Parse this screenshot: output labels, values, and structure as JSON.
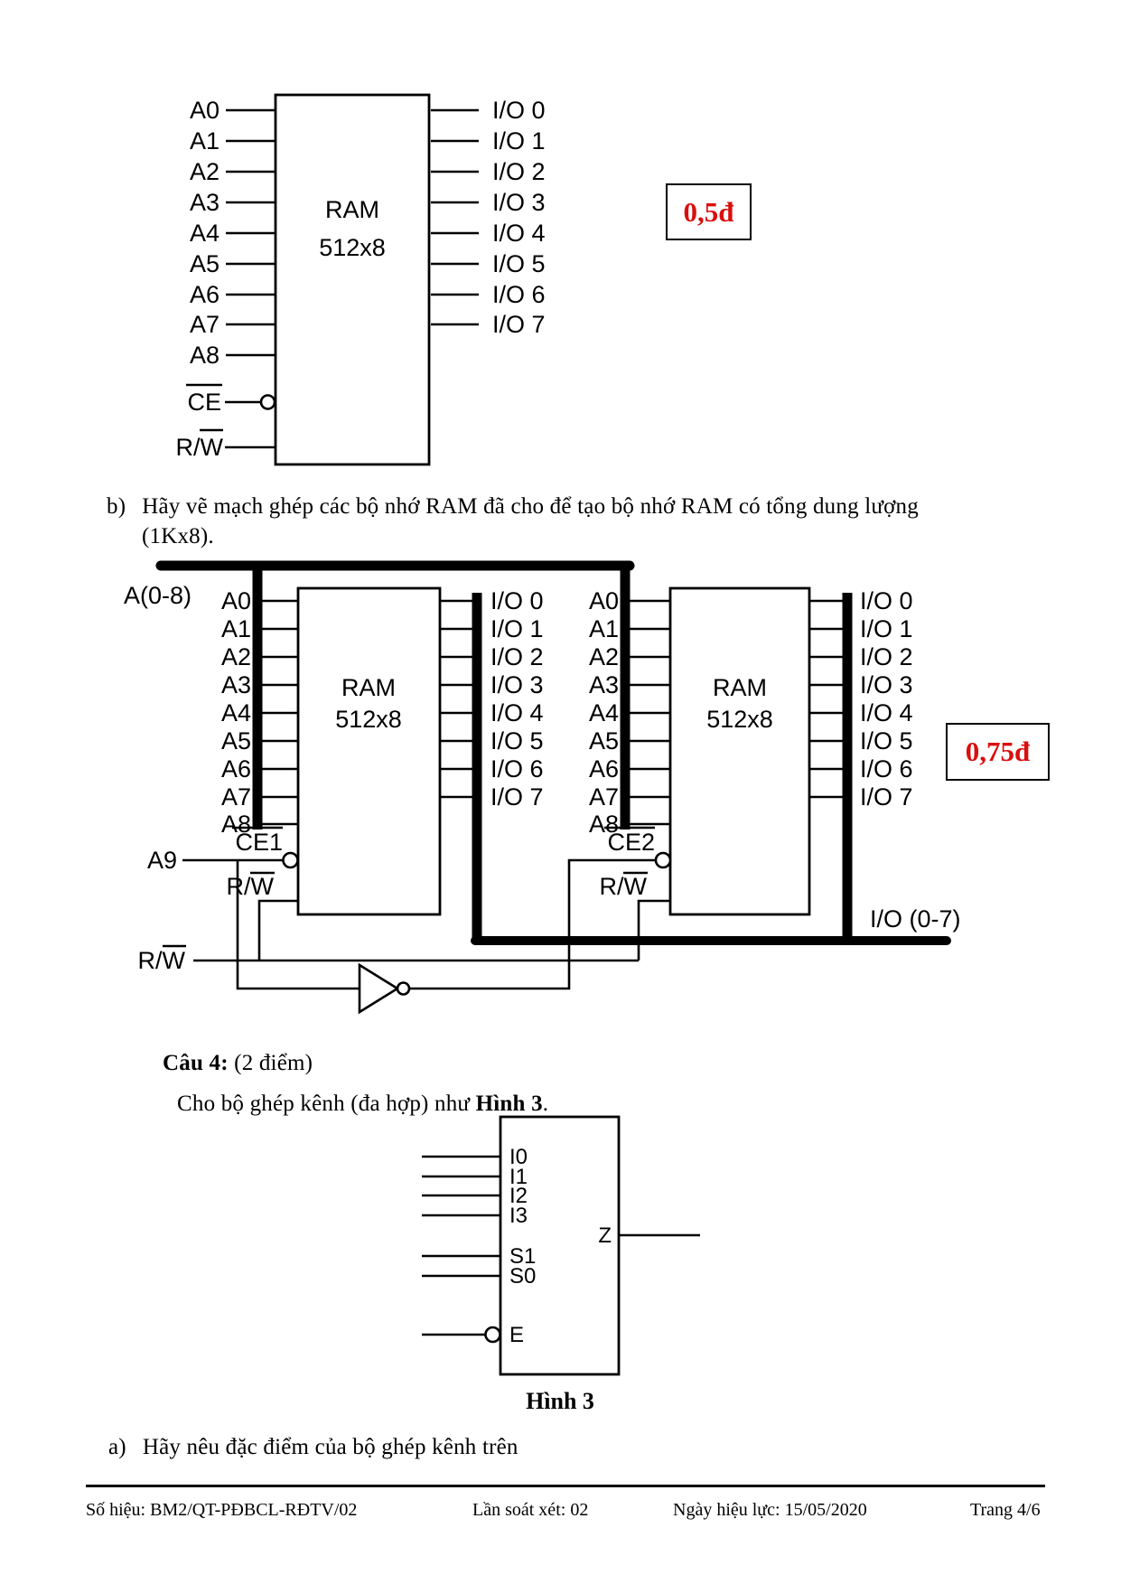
{
  "chip": {
    "name": "RAM",
    "size": "512x8"
  },
  "pins": {
    "addr": [
      "A0",
      "A1",
      "A2",
      "A3",
      "A4",
      "A5",
      "A6",
      "A7",
      "A8"
    ],
    "io": [
      "I/O 0",
      "I/O 1",
      "I/O 2",
      "I/O 3",
      "I/O 4",
      "I/O 5",
      "I/O 6",
      "I/O 7"
    ],
    "rw": "R/W"
  },
  "diagram1": {
    "ce": "CE",
    "score": "0,5đ"
  },
  "part_b": {
    "label": "b)",
    "line1": "Hãy vẽ mạch ghép các bộ nhớ RAM đã cho để tạo bộ nhớ RAM có tổng dung lượng",
    "line2": "(1Kx8)."
  },
  "circuit": {
    "addr_bus_label": "A(0-8)",
    "io_bus_label": "I/O (0-7)",
    "a9": "A9",
    "rw": "R/W",
    "chip1_ce": "CE1",
    "chip2_ce": "CE2",
    "score": "0,75đ"
  },
  "question4": {
    "title_bold": "Câu 4:",
    "title_rest": " (2 điểm)",
    "intro_pre": "Cho bộ ghép kênh (đa hợp) như ",
    "intro_bold": "Hình 3",
    "intro_end": ".",
    "caption": "Hình 3",
    "part_a_label": "a)",
    "part_a_text": "Hãy nêu đặc điểm của bộ ghép kênh trên"
  },
  "mux": {
    "inputs": [
      "I0",
      "I1",
      "I2",
      "I3"
    ],
    "selects": [
      "S1",
      "S0"
    ],
    "enable": "E",
    "output": "Z"
  },
  "footer": {
    "code_label": "Số hiệu:",
    "code_value": "BM2/QT-PĐBCL-RĐTV/02",
    "rev_label": "Lần soát xét:",
    "rev_value": "02",
    "date_label": "Ngày hiệu lực:",
    "date_value": "15/05/2020",
    "page_label": "Trang 4/6"
  },
  "colors": {
    "score_red": "#d90f0e",
    "ink": "#000000"
  }
}
